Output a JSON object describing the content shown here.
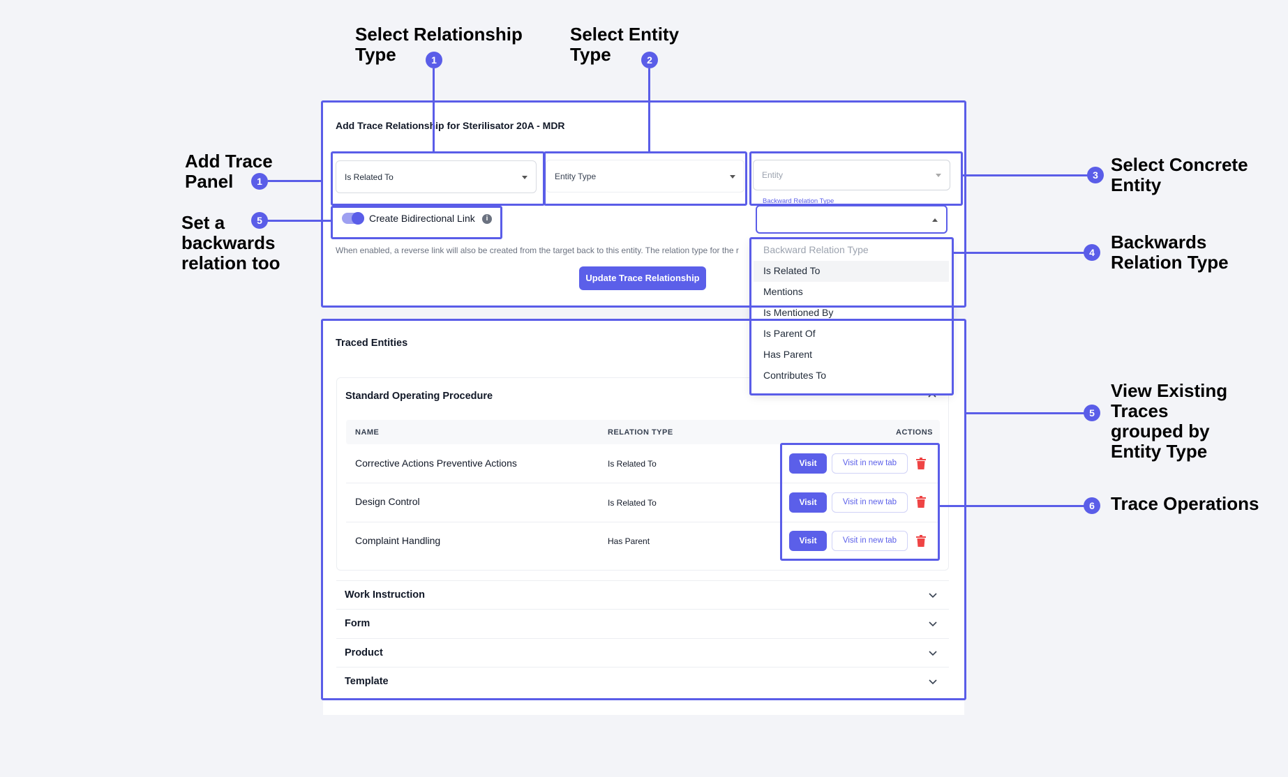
{
  "annotations": {
    "select_relationship_type": "Select Relationship Type",
    "select_relationship_line1": "Select Relationship",
    "select_relationship_line2": "Type",
    "select_entity_line1": "Select Entity",
    "select_entity_line2": "Type",
    "add_trace_line1": "Add Trace",
    "add_trace_line2": "Panel",
    "set_back_line1": "Set a",
    "set_back_line2": "backwards",
    "set_back_line3": "relation too",
    "concrete_line1": "Select Concrete",
    "concrete_line2": "Entity",
    "backwards_line1": "Backwards",
    "backwards_line2": "Relation Type",
    "view_line1": "View Existing Traces",
    "view_line2": "grouped by",
    "view_line3": "Entity Type",
    "trace_ops": "Trace Operations",
    "badges": [
      "1",
      "2",
      "1",
      "5",
      "3",
      "4",
      "5",
      "6"
    ]
  },
  "panel": {
    "title": "Add Trace Relationship for Sterilisator 20A - MDR",
    "relation_select": "Is Related To",
    "entity_type_placeholder": "Entity Type",
    "entity_placeholder": "Entity",
    "backward_label": "Backward Relation Type",
    "bidirectional_label": "Create Bidirectional Link",
    "help_text": "When enabled, a reverse link will also be created from the target back to this entity. The relation type for the r",
    "submit_label": "Update Trace Relationship"
  },
  "dropdown": {
    "placeholder": "Backward Relation Type",
    "options": [
      "Is Related To",
      "Mentions",
      "Is Mentioned By",
      "Is Parent Of",
      "Has Parent",
      "Contributes To"
    ]
  },
  "traced": {
    "title": "Traced Entities",
    "group_title": "Standard Operating Procedure",
    "columns": [
      "NAME",
      "RELATION TYPE",
      "ACTIONS"
    ],
    "rows": [
      {
        "name": "Corrective Actions Preventive Actions",
        "relation": "Is Related To"
      },
      {
        "name": "Design Control",
        "relation": "Is Related To"
      },
      {
        "name": "Complaint Handling",
        "relation": "Has Parent"
      }
    ],
    "visit_label": "Visit",
    "visit_new_tab_label": "Visit in new tab",
    "collapsed_groups": [
      "Work Instruction",
      "Form",
      "Product",
      "Template"
    ]
  },
  "colors": {
    "accent": "#5a5de8",
    "danger": "#ef4444"
  }
}
